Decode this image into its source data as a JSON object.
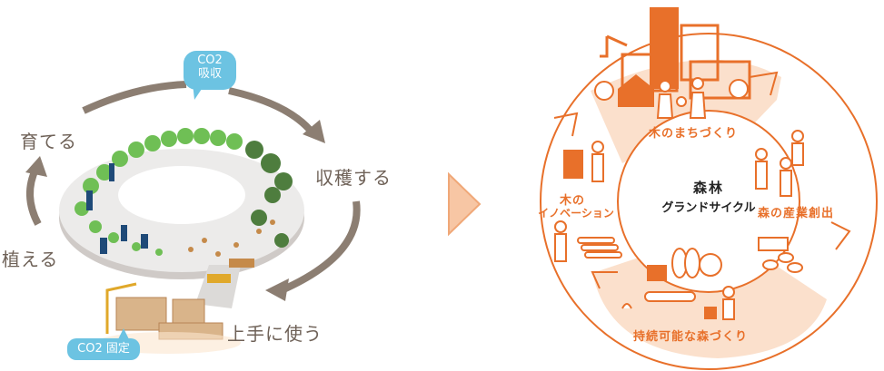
{
  "left_diagram": {
    "steps": [
      {
        "id": "grow",
        "label": "育てる"
      },
      {
        "id": "harvest",
        "label": "収穫する"
      },
      {
        "id": "use",
        "label": "上手に使う"
      },
      {
        "id": "plant",
        "label": "植える"
      }
    ],
    "bubbles": {
      "absorb": {
        "line1": "CO2",
        "line2": "吸収"
      },
      "fix": {
        "label": "CO2 固定"
      }
    },
    "colors": {
      "arrow": "#8c7e72",
      "bubble": "#6cc3e2",
      "text": "#6f6258",
      "forest_light": "#6fbf55",
      "forest_dark": "#4e7d3e",
      "workers": "#1f4a78",
      "wood": "#c58a4a"
    }
  },
  "transition_arrow": {
    "color": "#f7c6a4",
    "border": "#f0a878"
  },
  "right_diagram": {
    "center": {
      "line1": "森林",
      "line2": "グランドサイクル"
    },
    "segments": [
      {
        "id": "town",
        "label": "木のまちづくり"
      },
      {
        "id": "industry",
        "label": "森の産業創出"
      },
      {
        "id": "forest",
        "label": "持続可能な森づくり"
      },
      {
        "id": "innovation",
        "line1": "木の",
        "line2": "イノベーション"
      }
    ],
    "colors": {
      "accent": "#e8702a",
      "fill": "#fbe0cc"
    }
  }
}
